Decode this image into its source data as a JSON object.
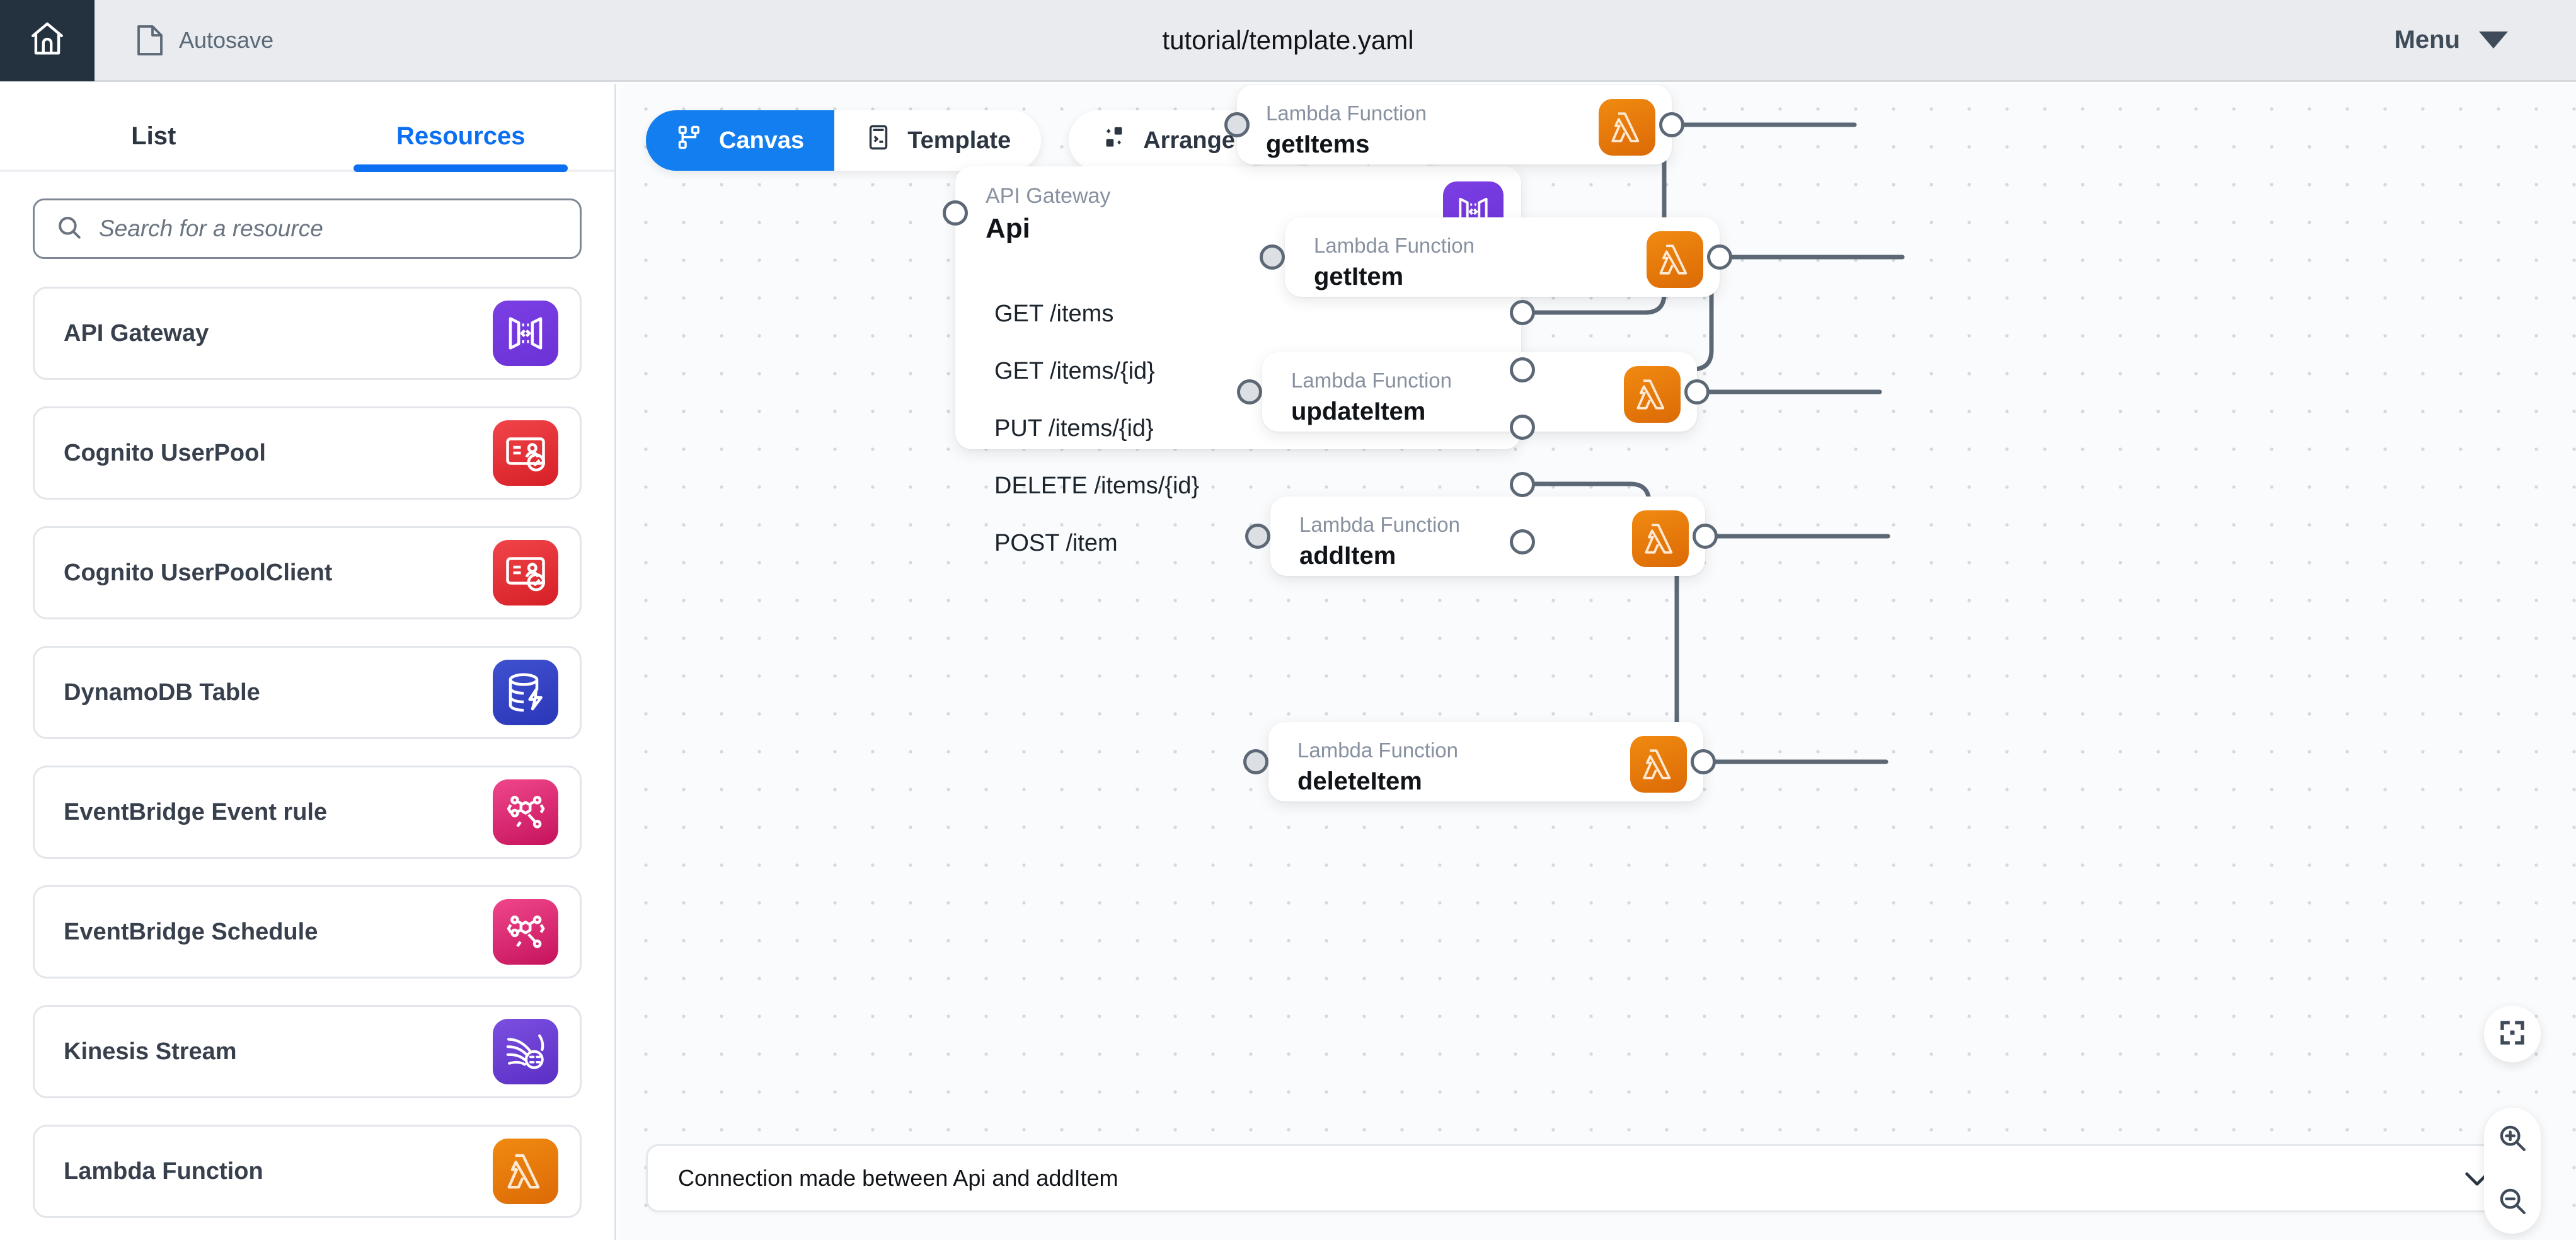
{
  "topbar": {
    "home_icon": "home-icon",
    "file_icon": "document-icon",
    "autosave_label": "Autosave",
    "title": "tutorial/template.yaml",
    "menu_label": "Menu",
    "menu_caret_icon": "caret-down-icon"
  },
  "sidebar": {
    "tabs": [
      {
        "label": "List",
        "active": false
      },
      {
        "label": "Resources",
        "active": true
      }
    ],
    "search": {
      "placeholder": "Search for a resource",
      "value": "",
      "icon": "search-icon"
    },
    "resources": [
      {
        "label": "API Gateway",
        "icon": "api-gateway-icon",
        "color": "#6b32d6"
      },
      {
        "label": "Cognito UserPool",
        "icon": "cognito-userpool-icon",
        "color": "#d61f26"
      },
      {
        "label": "Cognito UserPoolClient",
        "icon": "cognito-userpoolclient-icon",
        "color": "#d61f26"
      },
      {
        "label": "DynamoDB Table",
        "icon": "dynamodb-icon",
        "color": "#2a36b8"
      },
      {
        "label": "EventBridge Event rule",
        "icon": "eventbridge-icon",
        "color": "#c5135c"
      },
      {
        "label": "EventBridge Schedule",
        "icon": "eventbridge-icon",
        "color": "#c5135c"
      },
      {
        "label": "Kinesis Stream",
        "icon": "kinesis-icon",
        "color": "#5b2fc4"
      },
      {
        "label": "Lambda Function",
        "icon": "lambda-icon",
        "color": "#dc6a06"
      }
    ]
  },
  "toolbar": {
    "canvas_label": "Canvas",
    "canvas_icon": "canvas-icon",
    "template_label": "Template",
    "template_icon": "template-icon",
    "arrange_label": "Arrange",
    "arrange_icon": "arrange-icon",
    "undo_icon": "undo-icon",
    "redo_icon": "redo-icon",
    "active_view": "Canvas",
    "accent_color": "#127ef0"
  },
  "canvas": {
    "api_node": {
      "type": "API Gateway",
      "name": "Api",
      "icon": "api-gateway-icon",
      "routes": [
        "GET /items",
        "GET /items/{id}",
        "PUT /items/{id}",
        "DELETE /items/{id}",
        "POST /item"
      ]
    },
    "lambda_nodes": [
      {
        "type": "Lambda Function",
        "name": "getItems",
        "icon": "lambda-icon"
      },
      {
        "type": "Lambda Function",
        "name": "getItem",
        "icon": "lambda-icon"
      },
      {
        "type": "Lambda Function",
        "name": "updateItem",
        "icon": "lambda-icon"
      },
      {
        "type": "Lambda Function",
        "name": "addItem",
        "icon": "lambda-icon"
      },
      {
        "type": "Lambda Function",
        "name": "deleteItem",
        "icon": "lambda-icon"
      }
    ],
    "connections": [
      {
        "from": "GET /items",
        "to": "getItems"
      },
      {
        "from": "GET /items/{id}",
        "to": "getItem"
      },
      {
        "from": "PUT /items/{id}",
        "to": "updateItem"
      },
      {
        "from": "DELETE /items/{id}",
        "to": "addItem"
      },
      {
        "from": "POST /item",
        "to": "deleteItem"
      }
    ]
  },
  "statusbar": {
    "message": "Connection made between Api and addItem",
    "chevron_icon": "chevron-down-icon"
  },
  "zoom_controls": {
    "fit_icon": "fit-to-screen-icon",
    "zoom_in_icon": "zoom-in-icon",
    "zoom_out_icon": "zoom-out-icon"
  }
}
